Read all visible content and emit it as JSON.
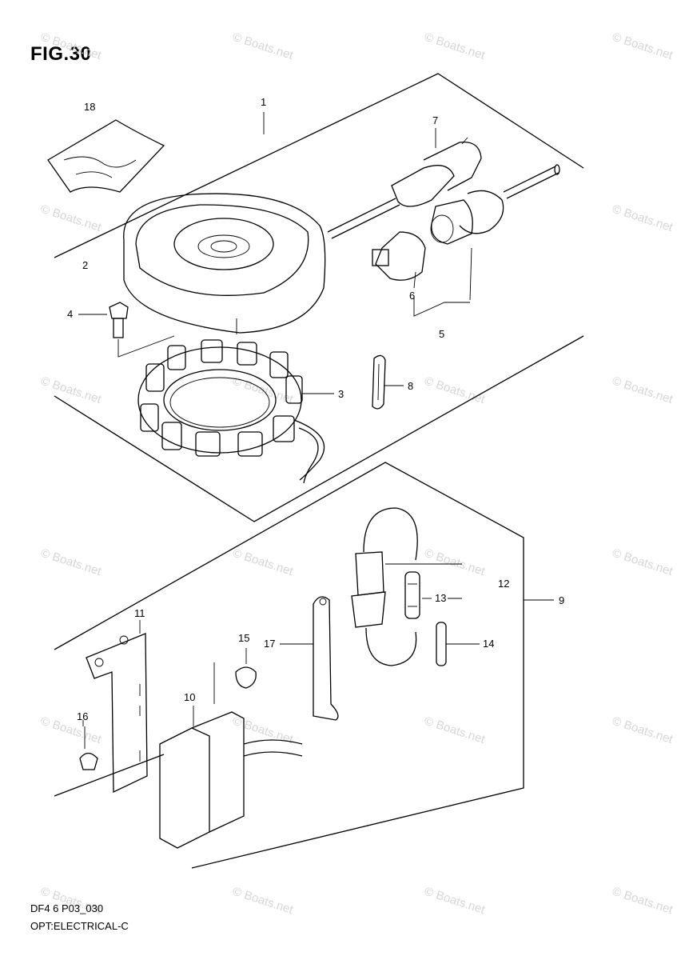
{
  "figure": {
    "title": "FIG.30"
  },
  "footer": {
    "code": "DF4 6 P03_030",
    "name": "OPT:ELECTRICAL-C"
  },
  "watermark": {
    "text": "© Boats.net",
    "color": "#d6d6d6"
  },
  "parts": [
    {
      "num": "1"
    },
    {
      "num": "2"
    },
    {
      "num": "3"
    },
    {
      "num": "4"
    },
    {
      "num": "5"
    },
    {
      "num": "6"
    },
    {
      "num": "7"
    },
    {
      "num": "8"
    },
    {
      "num": "9"
    },
    {
      "num": "10"
    },
    {
      "num": "11"
    },
    {
      "num": "12"
    },
    {
      "num": "13"
    },
    {
      "num": "14"
    },
    {
      "num": "15"
    },
    {
      "num": "16"
    },
    {
      "num": "17"
    },
    {
      "num": "18"
    }
  ]
}
